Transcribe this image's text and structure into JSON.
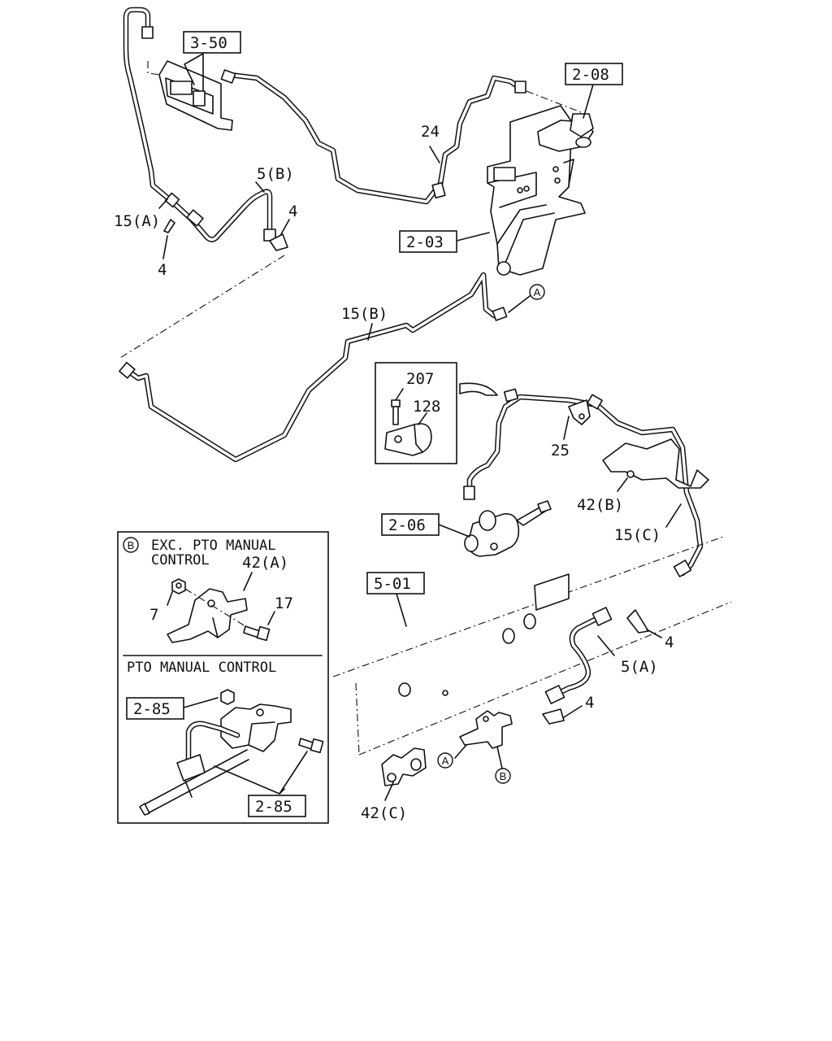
{
  "refs": {
    "r350": "3-50",
    "r208": "2-08",
    "r203": "2-03",
    "r206": "2-06",
    "r501": "5-01",
    "r285a": "2-85",
    "r285b": "2-85"
  },
  "labels": {
    "p24": "24",
    "p5b": "5(B)",
    "p15a": "15(A)",
    "p4a": "4",
    "p4b": "4",
    "p15b": "15(B)",
    "p207": "207",
    "p128": "128",
    "p25": "25",
    "p42b": "42(B)",
    "p15c": "15(C)",
    "p42a": "42(A)",
    "p7": "7",
    "p17": "17",
    "p4c": "4",
    "p5a": "5(A)",
    "p4d": "4",
    "p42c": "42(C)"
  },
  "callouts": {
    "a1": "A",
    "a2": "A",
    "b1": "B",
    "b2": "B"
  },
  "inset": {
    "exc_line1": "EXC. PTO MANUAL",
    "exc_line2": "CONTROL",
    "pto_title": "PTO MANUAL CONTROL"
  },
  "colors": {
    "line": "#111111",
    "background": "#ffffff"
  }
}
